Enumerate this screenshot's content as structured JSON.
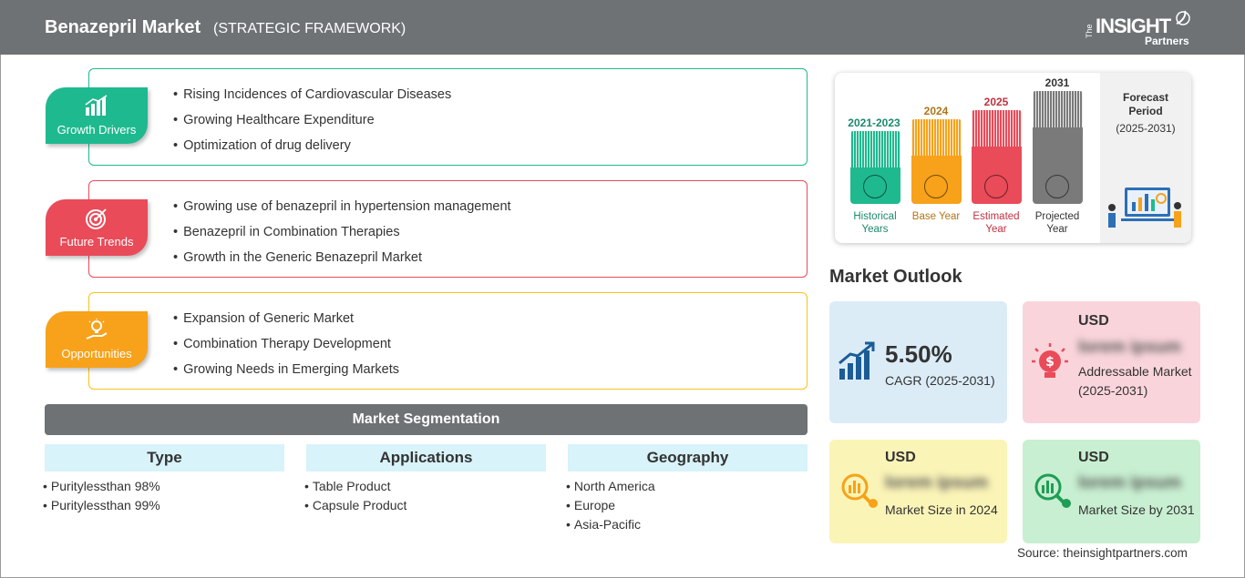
{
  "header": {
    "title": "Benazepril Market",
    "subtitle": "(STRATEGIC FRAMEWORK)",
    "logo": {
      "the": "The",
      "insight": "INSIGHT",
      "partners": "Partners"
    }
  },
  "framework": [
    {
      "label": "Growth Drivers",
      "color": "#1fb98f",
      "icon": "bar-chart-icon",
      "items": [
        "Rising Incidences of Cardiovascular Diseases",
        "Growing Healthcare Expenditure",
        "Optimization of drug delivery"
      ]
    },
    {
      "label": "Future Trends",
      "color": "#e94b59",
      "icon": "target-icon",
      "items": [
        "Growing use of benazepril in hypertension management",
        "Benazepril in Combination Therapies",
        "Growth in the Generic Benazepril Market"
      ]
    },
    {
      "label": "Opportunities",
      "color": "#f7a21a",
      "icon": "lightbulb-hand-icon",
      "items": [
        "Expansion of Generic Market",
        "Combination Therapy Development",
        "Growing Needs in Emerging Markets"
      ]
    }
  ],
  "segmentation": {
    "title": "Market Segmentation",
    "columns": [
      {
        "heading": "Type",
        "items": [
          "Puritylessthan 98%",
          "Puritylessthan 99%"
        ]
      },
      {
        "heading": "Applications",
        "items": [
          "Table Product",
          "Capsule Product"
        ]
      },
      {
        "heading": "Geography",
        "items": [
          "North America",
          "Europe",
          "Asia-Pacific"
        ]
      }
    ]
  },
  "timeline": {
    "bars": [
      {
        "year": "2021-2023",
        "caption": "Historical Years",
        "color": "#1fb98f",
        "year_color": "#1a8a6c"
      },
      {
        "year": "2024",
        "caption": "Base Year",
        "color": "#f7a21a",
        "year_color": "#b07516"
      },
      {
        "year": "2025",
        "caption": "Estimated Year",
        "color": "#e94b59",
        "year_color": "#c0313f"
      },
      {
        "year": "2031",
        "caption": "Projected Year",
        "color": "#7a7a7a",
        "year_color": "#333333"
      }
    ],
    "forecast_label": "Forecast Period",
    "forecast_range": "(2025-2031)"
  },
  "outlook": {
    "title": "Market Outlook",
    "cagr": {
      "value": "5.50%",
      "label": "CAGR (2025-2031)",
      "color": "#dcecf7"
    },
    "addressable": {
      "usd": "USD",
      "value": "lorem ipsum",
      "label": "Addressable Market (2025-2031)",
      "color": "#f9d5db"
    },
    "size2024": {
      "usd": "USD",
      "value": "lorem ipsum",
      "label": "Market Size in 2024",
      "color": "#fbf4b7"
    },
    "size2031": {
      "usd": "USD",
      "value": "lorem ipsum",
      "label": "Market Size by 2031",
      "color": "#c8efd1"
    }
  },
  "source": "Source: theinsightpartners.com"
}
